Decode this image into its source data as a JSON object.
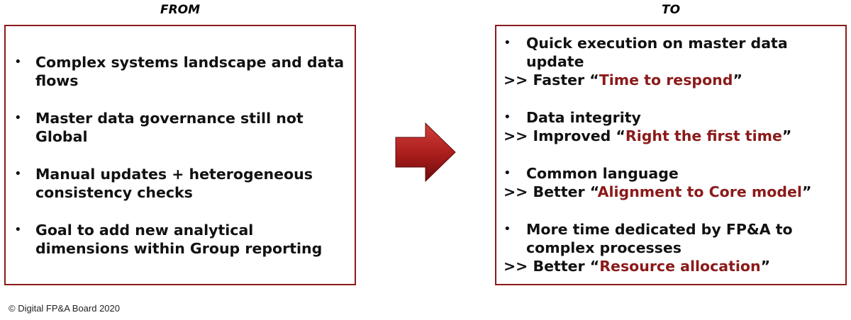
{
  "from": {
    "title": "FROM",
    "bullet_glyph": "•",
    "items": [
      "Complex systems landscape and data flows",
      "Master data governance still not Global",
      "Manual updates + heterogeneous consistency checks",
      "Goal to add new analytical dimensions within Group reporting"
    ]
  },
  "to": {
    "title": "TO",
    "bullet_glyph": "•",
    "items": [
      {
        "text": "Quick execution on master data update",
        "result_prefix": ">> Faster “",
        "result_highlight": "Time to respond",
        "result_suffix": "”"
      },
      {
        "text": "Data integrity",
        "result_prefix": ">> Improved “",
        "result_highlight": "Right the first time",
        "result_suffix": "”"
      },
      {
        "text": "Common language",
        "result_prefix": ">> Better “",
        "result_highlight": "Alignment to Core model",
        "result_suffix": "”"
      },
      {
        "text": "More time dedicated by FP&A to complex processes",
        "result_prefix": ">> Better “",
        "result_highlight": "Resource allocation",
        "result_suffix": "”"
      }
    ]
  },
  "arrow": {
    "icon": "right-arrow-icon",
    "color_light": "#c0302c",
    "color_dark": "#7a1010"
  },
  "colors": {
    "accent": "#8b1a1a"
  },
  "footer": {
    "copyright": "© Digital FP&A Board 2020"
  }
}
